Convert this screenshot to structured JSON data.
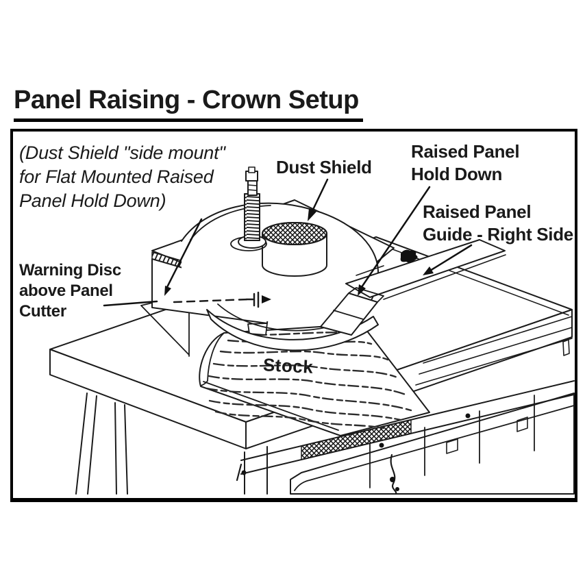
{
  "page": {
    "background": "#ffffff",
    "ink": "#1a1a1a"
  },
  "title": "Panel Raising - Crown Setup",
  "diagram": {
    "note_side_mount": {
      "line1": "(Dust Shield \"side mount\"",
      "line2": "for Flat Mounted Raised",
      "line3": "Panel Hold Down)"
    },
    "labels": {
      "dust_shield": "Dust Shield",
      "hold_down_line1": "Raised Panel",
      "hold_down_line2": "Hold Down",
      "guide_line1": "Raised Panel",
      "guide_line2": "Guide - Right Side",
      "warning_line1": "Warning Disc",
      "warning_line2": "above Panel",
      "warning_line3": "Cutter",
      "stock": "Stock"
    }
  }
}
